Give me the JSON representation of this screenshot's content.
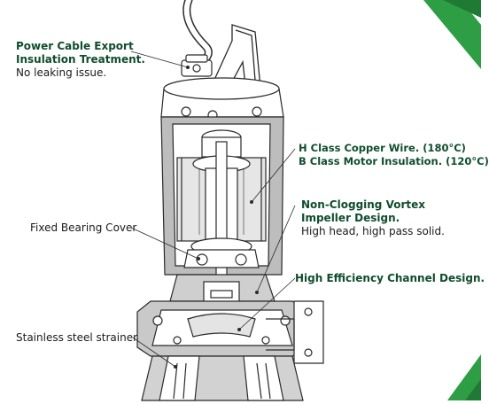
{
  "colors": {
    "accent_green": "#2e9e44",
    "label_green": "#0f4d2c",
    "line": "#2a2a2a",
    "body_shade": "#8a8a8a"
  },
  "callouts": {
    "power_cable": {
      "title": "Power Cable Export",
      "title2": "Insulation Treatment.",
      "note": "No leaking issue."
    },
    "copper_wire": {
      "line1": "H Class Copper Wire. (180°C)",
      "line2": "B Class Motor Insulation. (120°C)"
    },
    "vortex": {
      "title": "Non-Clogging Vortex",
      "title2": "Impeller Design.",
      "note": "High head, high pass solid."
    },
    "bearing": {
      "label": "Fixed Bearing Cover"
    },
    "channel": {
      "label": "High Efficiency Channel Design."
    },
    "strainer": {
      "label": "Stainless steel strainer"
    }
  }
}
